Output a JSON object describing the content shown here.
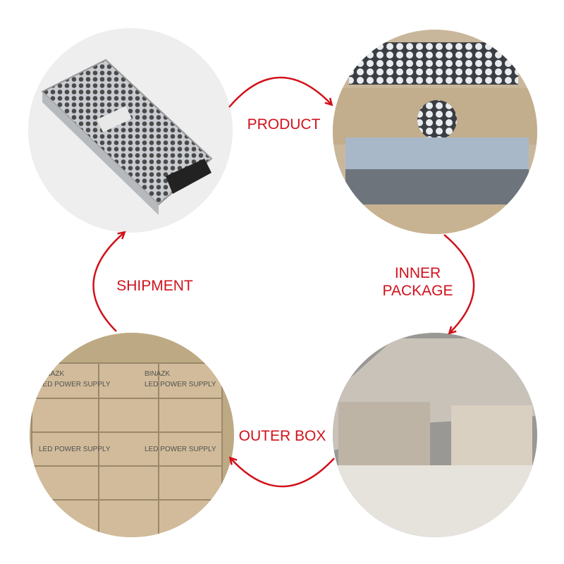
{
  "steps": {
    "product": "PRODUCT",
    "inner_package_line1": "INNER",
    "inner_package_line2": "PACKAGE",
    "outer_box": "OUTER BOX",
    "shipment": "SHIPMENT"
  },
  "photos": {
    "product": "power-supply-photo",
    "inner_package": "inner-package-photo",
    "outer_box": "outer-box-photo",
    "shipment": "shipment-photo"
  },
  "box_print": {
    "brand": "BINAZK",
    "line": "LED POWER SUPPLY"
  },
  "colors": {
    "accent": "#d0121b"
  }
}
